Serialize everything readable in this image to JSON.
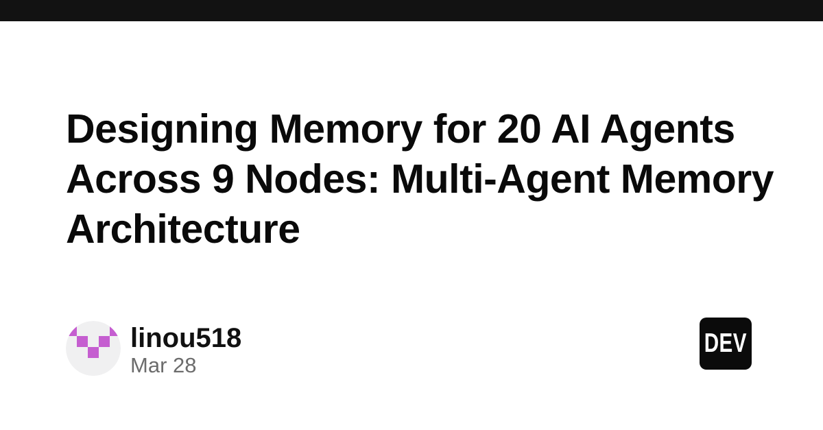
{
  "page": {
    "background": "#ffffff",
    "top_bar_color": "#121212"
  },
  "article": {
    "title": "Designing Memory for 20 AI Agents Across 9 Nodes: Multi-Agent Memory Architecture",
    "title_lines": {
      "0": "Designing Memory for 20 AI Agents",
      "1": "Across 9 Nodes: Multi-Agent Memory",
      "2": "Architecture"
    },
    "author": "linou518",
    "date": "Mar 28"
  },
  "branding": {
    "logo_text": "DEV"
  },
  "colors": {
    "title_text": "#0a0a0a",
    "author_text": "#111111",
    "date_text": "#6c6c6c",
    "avatar_bg": "#f0f0f1",
    "avatar_accent": "#c55ed0",
    "logo_bg": "#0b0b0b",
    "logo_fg": "#ffffff"
  }
}
